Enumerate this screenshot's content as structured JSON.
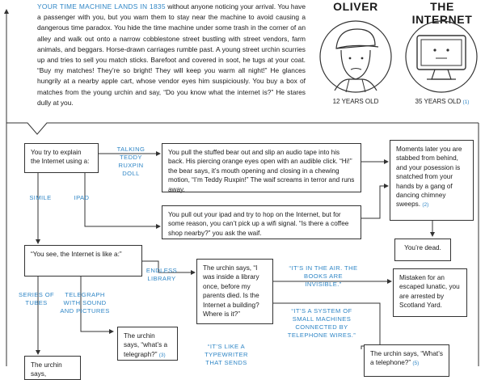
{
  "intro": {
    "lead": "YOUR TIME MACHINE LANDS IN 1835",
    "body": " without anyone noticing your arrival. You have a passenger with you, but you warn them to stay near the machine to avoid causing a dangerous time paradox. You hide the time machine under some trash in the corner of an alley and walk out onto a narrow cobblestone street bustling with street vendors, farm animals, and beggars. Horse-drawn carriages rumble past. A young street urchin scurries up and tries to sell you match sticks. Barefoot and covered in soot, he tugs at your coat. “Buy my matches! They’re so bright! They will keep you warm all night!” He glances hungrily at a nearby apple cart, whose vendor eyes him suspiciously. You buy a box of matches from the young urchin and say, “Do you know what the internet is?” He stares dully at you."
  },
  "characters": {
    "oliver": {
      "name": "OLIVER",
      "age": "12 YEARS OLD"
    },
    "internet": {
      "name": "THE INTERNET",
      "age": "35 YEARS OLD",
      "footnote": "(1)"
    }
  },
  "boxes": {
    "explain": "You try to explain the Internet using a:",
    "teddy": "You pull the stuffed bear out and slip an audio tape into his back. His piercing orange eyes open with an audible click. “Hi!” the bear says, it’s mouth opening and closing in a chewing motion, “I’m Teddy Ruxpin!” The waif screams in terror and runs away.",
    "stabbed": {
      "text": "Moments later you are stabbed from behind, and your posession is snatched from your hands by a gang of dancing chimney sweeps.",
      "fn": "(2)"
    },
    "ipad": "You pull out your ipad and try to hop on the Internet, but for some reason, you can’t pick up a wifi signal. “Is there a coffee shop nearby?” you ask the waif.",
    "dead": "You’re dead.",
    "like": "“You see, the Internet is like a:”",
    "library": "The urchin says, “I was inside a library once, before my parents died. Is the Internet a building? Where is it?”",
    "lunatic": "Mistaken for an escaped lunatic, you are arrested by Scotland Yard.",
    "telegraph_q": {
      "text": "The urchin says, “what’s a telegraph?”",
      "fn": "(3)"
    },
    "telephone_q": {
      "text": "The urchin says, “What’s a telephone?”",
      "fn": "(5)"
    },
    "bottom_left": "The urchin says,"
  },
  "labels": {
    "teddy": "TALKING TEDDY RUXPIN DOLL",
    "simile": "SIMILE",
    "ipad": "IPAD",
    "library": "ENDLESS LIBRARY",
    "air": "“IT’S IN THE AIR. THE BOOKS ARE INVISIBLE.”",
    "tubes": "SERIES OF TUBES",
    "telegraph": "TELEGRAPH WITH SOUND AND PICTURES",
    "machines": "“IT’S A SYSTEM OF SMALL MACHINES CONNECTED BY TELEPHONE WIRES.”",
    "typewriter": "“IT’S LIKE A TYPEWRITER THAT SENDS"
  }
}
